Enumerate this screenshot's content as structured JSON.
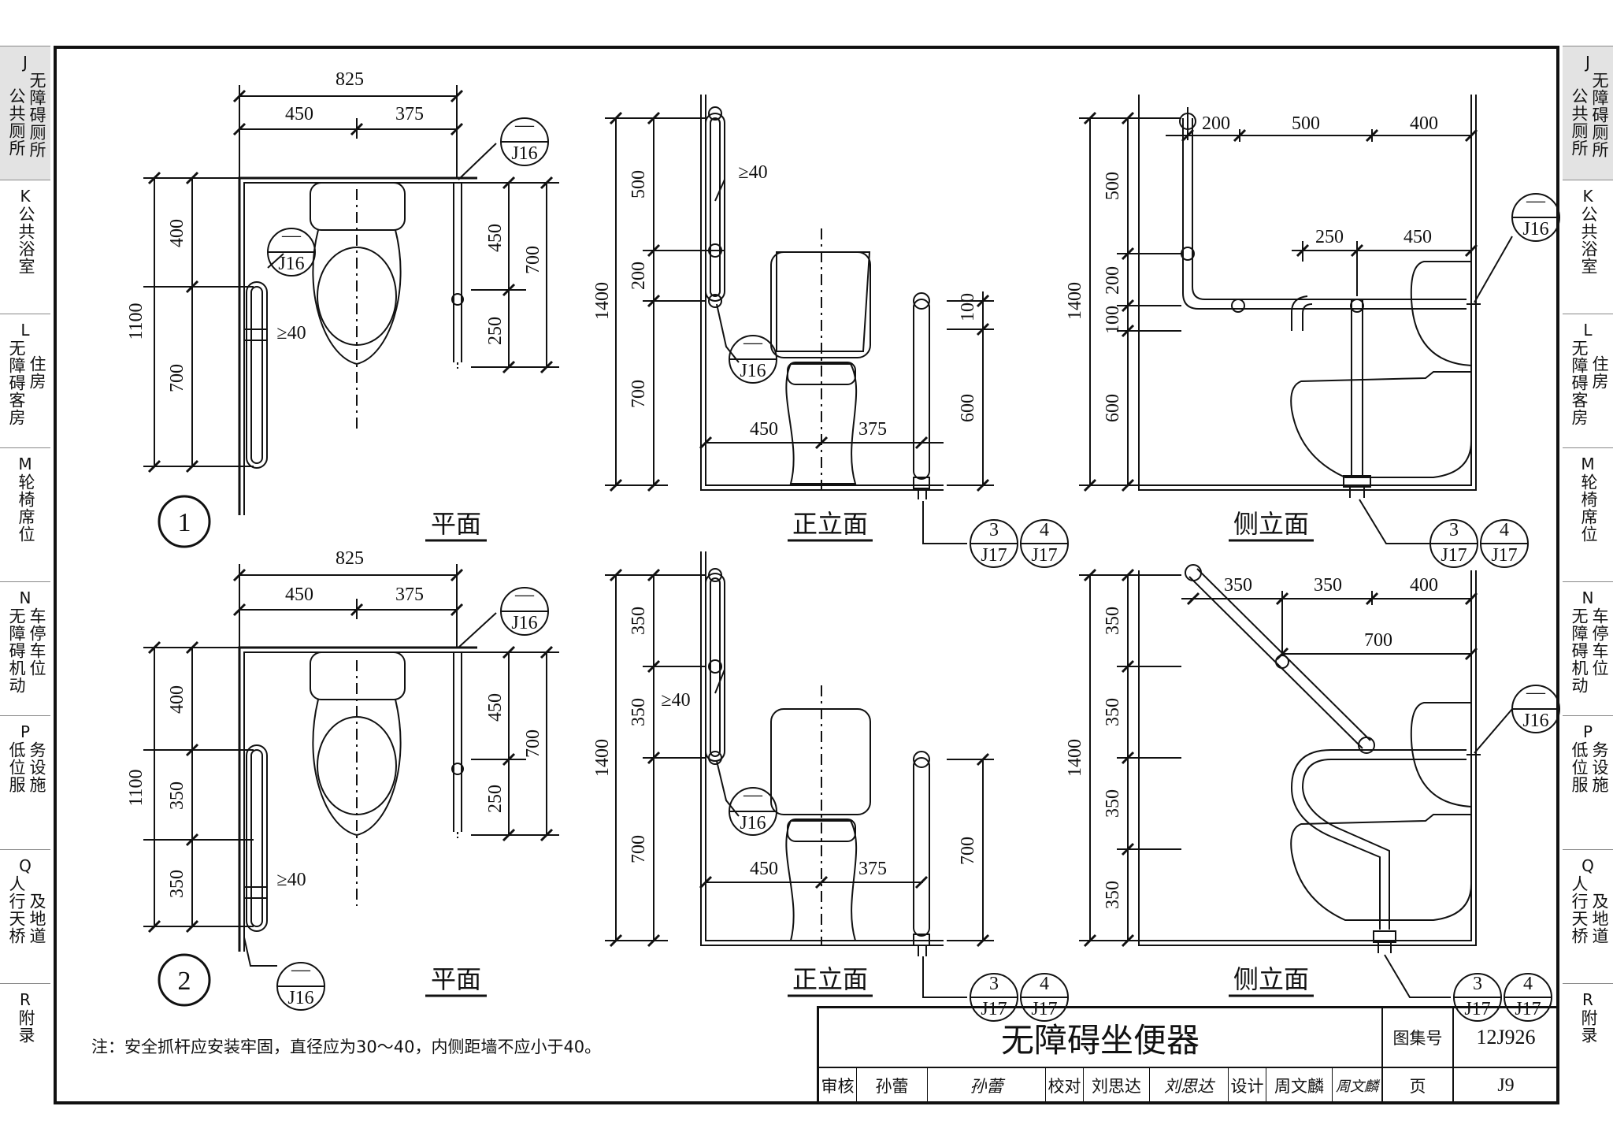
{
  "sheet": {
    "title": "无障碍坐便器",
    "atlas_label": "图集号",
    "atlas_no": "12J926",
    "page_label": "页",
    "page_no": "J9",
    "review_label": "审核",
    "reviewer": "孙蕾",
    "reviewer_sig": "孙蕾",
    "check_label": "校对",
    "checker": "刘思达",
    "checker_sig": "刘思达",
    "design_label": "设计",
    "designer": "周文麟",
    "designer_sig": "周文麟"
  },
  "note": "注：安全抓杆应安装牢固，直径应为30～40，内侧距墙不应小于40。",
  "side_tabs": [
    {
      "letter": "J",
      "col1": "公共厕所",
      "col2": "无障碍厕所",
      "active": true
    },
    {
      "letter": "K",
      "col1": "公共浴室",
      "col2": "",
      "active": false
    },
    {
      "letter": "L",
      "col1": "无障碍客房",
      "col2": "住房",
      "active": false
    },
    {
      "letter": "M",
      "col1": "轮椅席位",
      "col2": "",
      "active": false
    },
    {
      "letter": "N",
      "col1": "无障碍机动",
      "col2": "车停车位",
      "active": false
    },
    {
      "letter": "P",
      "col1": "低位服",
      "col2": "务设施",
      "active": false
    },
    {
      "letter": "Q",
      "col1": "人行天桥",
      "col2": "及地道",
      "active": false
    },
    {
      "letter": "R",
      "col1": "附录",
      "col2": "",
      "active": false
    }
  ],
  "views": {
    "plan_label": "平面",
    "front_label": "正立面",
    "side_label": "侧立面"
  },
  "details": {
    "dash": "—",
    "j16": "J16",
    "j17": "J17",
    "n3": "3",
    "n4": "4",
    "n1": "1",
    "n2": "2"
  },
  "dims": {
    "d825": "825",
    "d450": "450",
    "d375": "375",
    "d400": "400",
    "d1100": "1100",
    "d700": "700",
    "d250": "250",
    "d350": "350",
    "d500": "500",
    "d200": "200",
    "d1400": "1400",
    "d100": "100",
    "d600": "600",
    "ge40": "≥40"
  }
}
